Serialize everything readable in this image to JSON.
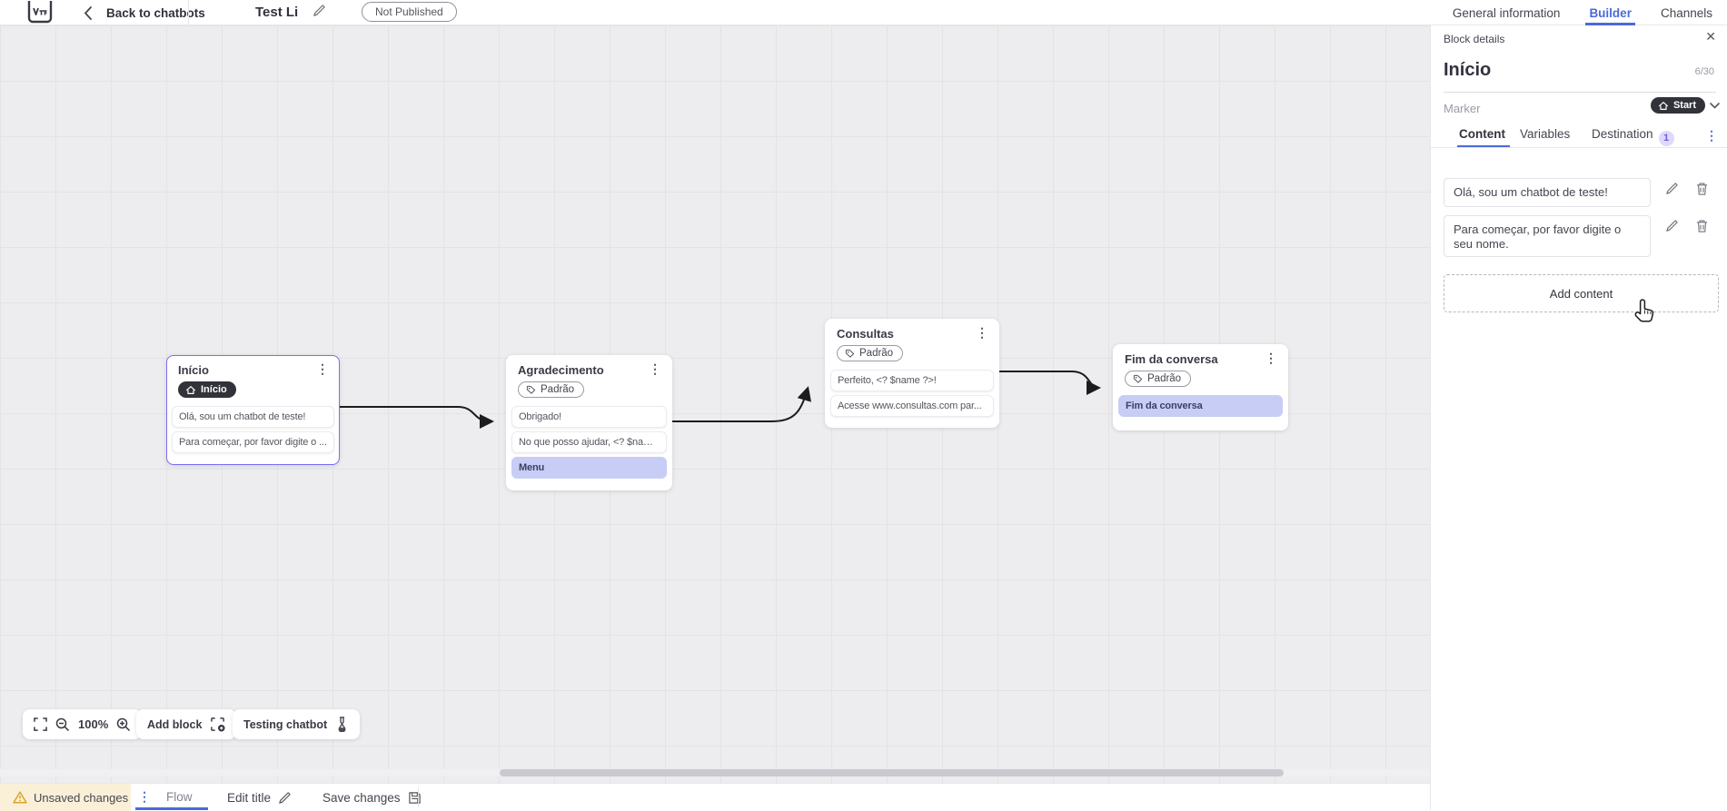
{
  "topbar": {
    "back_label": "Back to chatbots",
    "title": "Test Li",
    "status_badge": "Not Published",
    "tabs": [
      {
        "label": "General information",
        "active": false
      },
      {
        "label": "Builder",
        "active": true
      },
      {
        "label": "Channels",
        "active": false
      }
    ]
  },
  "panel": {
    "header": "Block details",
    "block_name": "Início",
    "name_counter": "6/30",
    "marker_label": "Marker",
    "marker_value": "Start",
    "tabs": [
      {
        "label": "Content",
        "active": true
      },
      {
        "label": "Variables",
        "active": false
      },
      {
        "label": "Destination",
        "active": false,
        "badge": "1"
      }
    ],
    "content_items": [
      {
        "text": "Olá, sou um chatbot de teste!"
      },
      {
        "text": "Para começar, por favor digite o seu nome."
      }
    ],
    "add_content_label": "Add content"
  },
  "flow": {
    "nodes": [
      {
        "title": "Início",
        "marker": "Início",
        "selected": true,
        "items": [
          {
            "text": "Olá, sou um chatbot de teste!"
          },
          {
            "text": "Para começar, por favor digite o ..."
          }
        ]
      },
      {
        "title": "Agradecimento",
        "tag": "Padrão",
        "items": [
          {
            "text": "Obrigado!"
          },
          {
            "text": "No que posso ajudar, <? $name ..."
          },
          {
            "text": "Menu",
            "highlight": true
          }
        ]
      },
      {
        "title": "Consultas",
        "tag": "Padrão",
        "items": [
          {
            "text": "Perfeito, <? $name ?>!"
          },
          {
            "text": "Acesse www.consultas.com par..."
          }
        ]
      },
      {
        "title": "Fim da conversa",
        "tag": "Padrão",
        "items": [
          {
            "text": "Fim da conversa",
            "highlight": true
          }
        ]
      }
    ]
  },
  "controls": {
    "zoom_level": "100%",
    "add_block_label": "Add block",
    "testing_label": "Testing chatbot"
  },
  "bottombar": {
    "unsaved_label": "Unsaved changes",
    "flow_tab": "Flow",
    "edit_title_label": "Edit title",
    "save_label": "Save changes"
  },
  "colors": {
    "accent_blue": "#4a6bd8",
    "selected_node_border": "#7a6ef0",
    "highlight_item_bg": "#c7cdf5",
    "marker_pill_bg": "#32323a",
    "destination_badge_bg": "#dedafa",
    "destination_badge_text": "#6e5ae0",
    "warning_bg": "#faf0d8",
    "warning_icon": "#d9a62e",
    "canvas_bg": "#ededef",
    "grid_line": "#e3e3e7"
  }
}
